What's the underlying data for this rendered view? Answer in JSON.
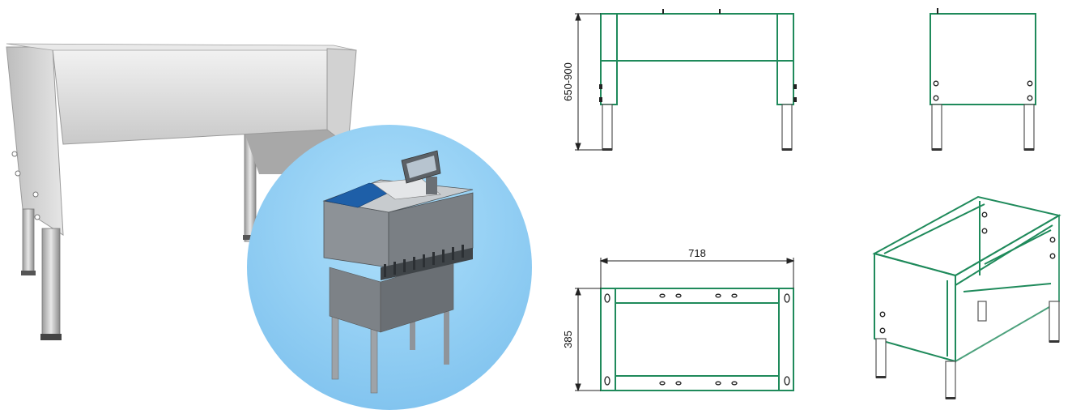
{
  "dimensions": {
    "height_range": "650-900",
    "width": "718",
    "depth": "385"
  },
  "colors": {
    "frame": "#1f8a5b",
    "bubble": "#8cc8ef",
    "stand_body": "#dcdcdc",
    "machine_top": "#1e5fa8"
  },
  "icons": {
    "product_photo": "stand-photo-icon",
    "machine_illustration": "machine-on-stand-icon"
  }
}
